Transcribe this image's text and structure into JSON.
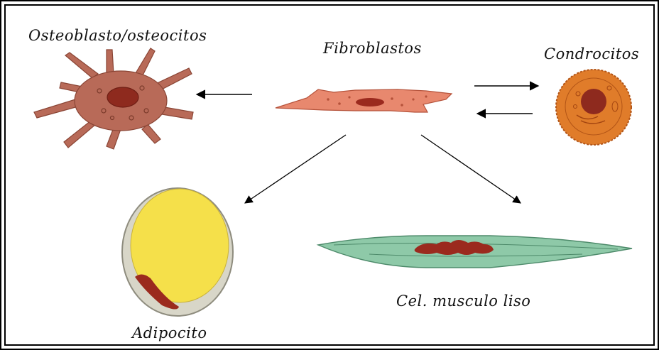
{
  "diagram": {
    "center": {
      "label": "Fibroblastos"
    },
    "nodes": [
      {
        "id": "osteoblasto",
        "label": "Osteoblasto/osteocitos"
      },
      {
        "id": "condrocitos",
        "label": "Condrocitos"
      },
      {
        "id": "adipocito",
        "label": "Adipocito"
      },
      {
        "id": "musculo",
        "label": "Cel. musculo liso"
      }
    ]
  },
  "colors": {
    "frame": "#000000",
    "fibroblast": "#e8886e",
    "osteoblast": "#b86a58",
    "chondrocyte": "#e07c2a",
    "adipocyte_fat": "#f5e04a",
    "muscle": "#8ec9a8",
    "nucleus": "#9b2a1e"
  }
}
